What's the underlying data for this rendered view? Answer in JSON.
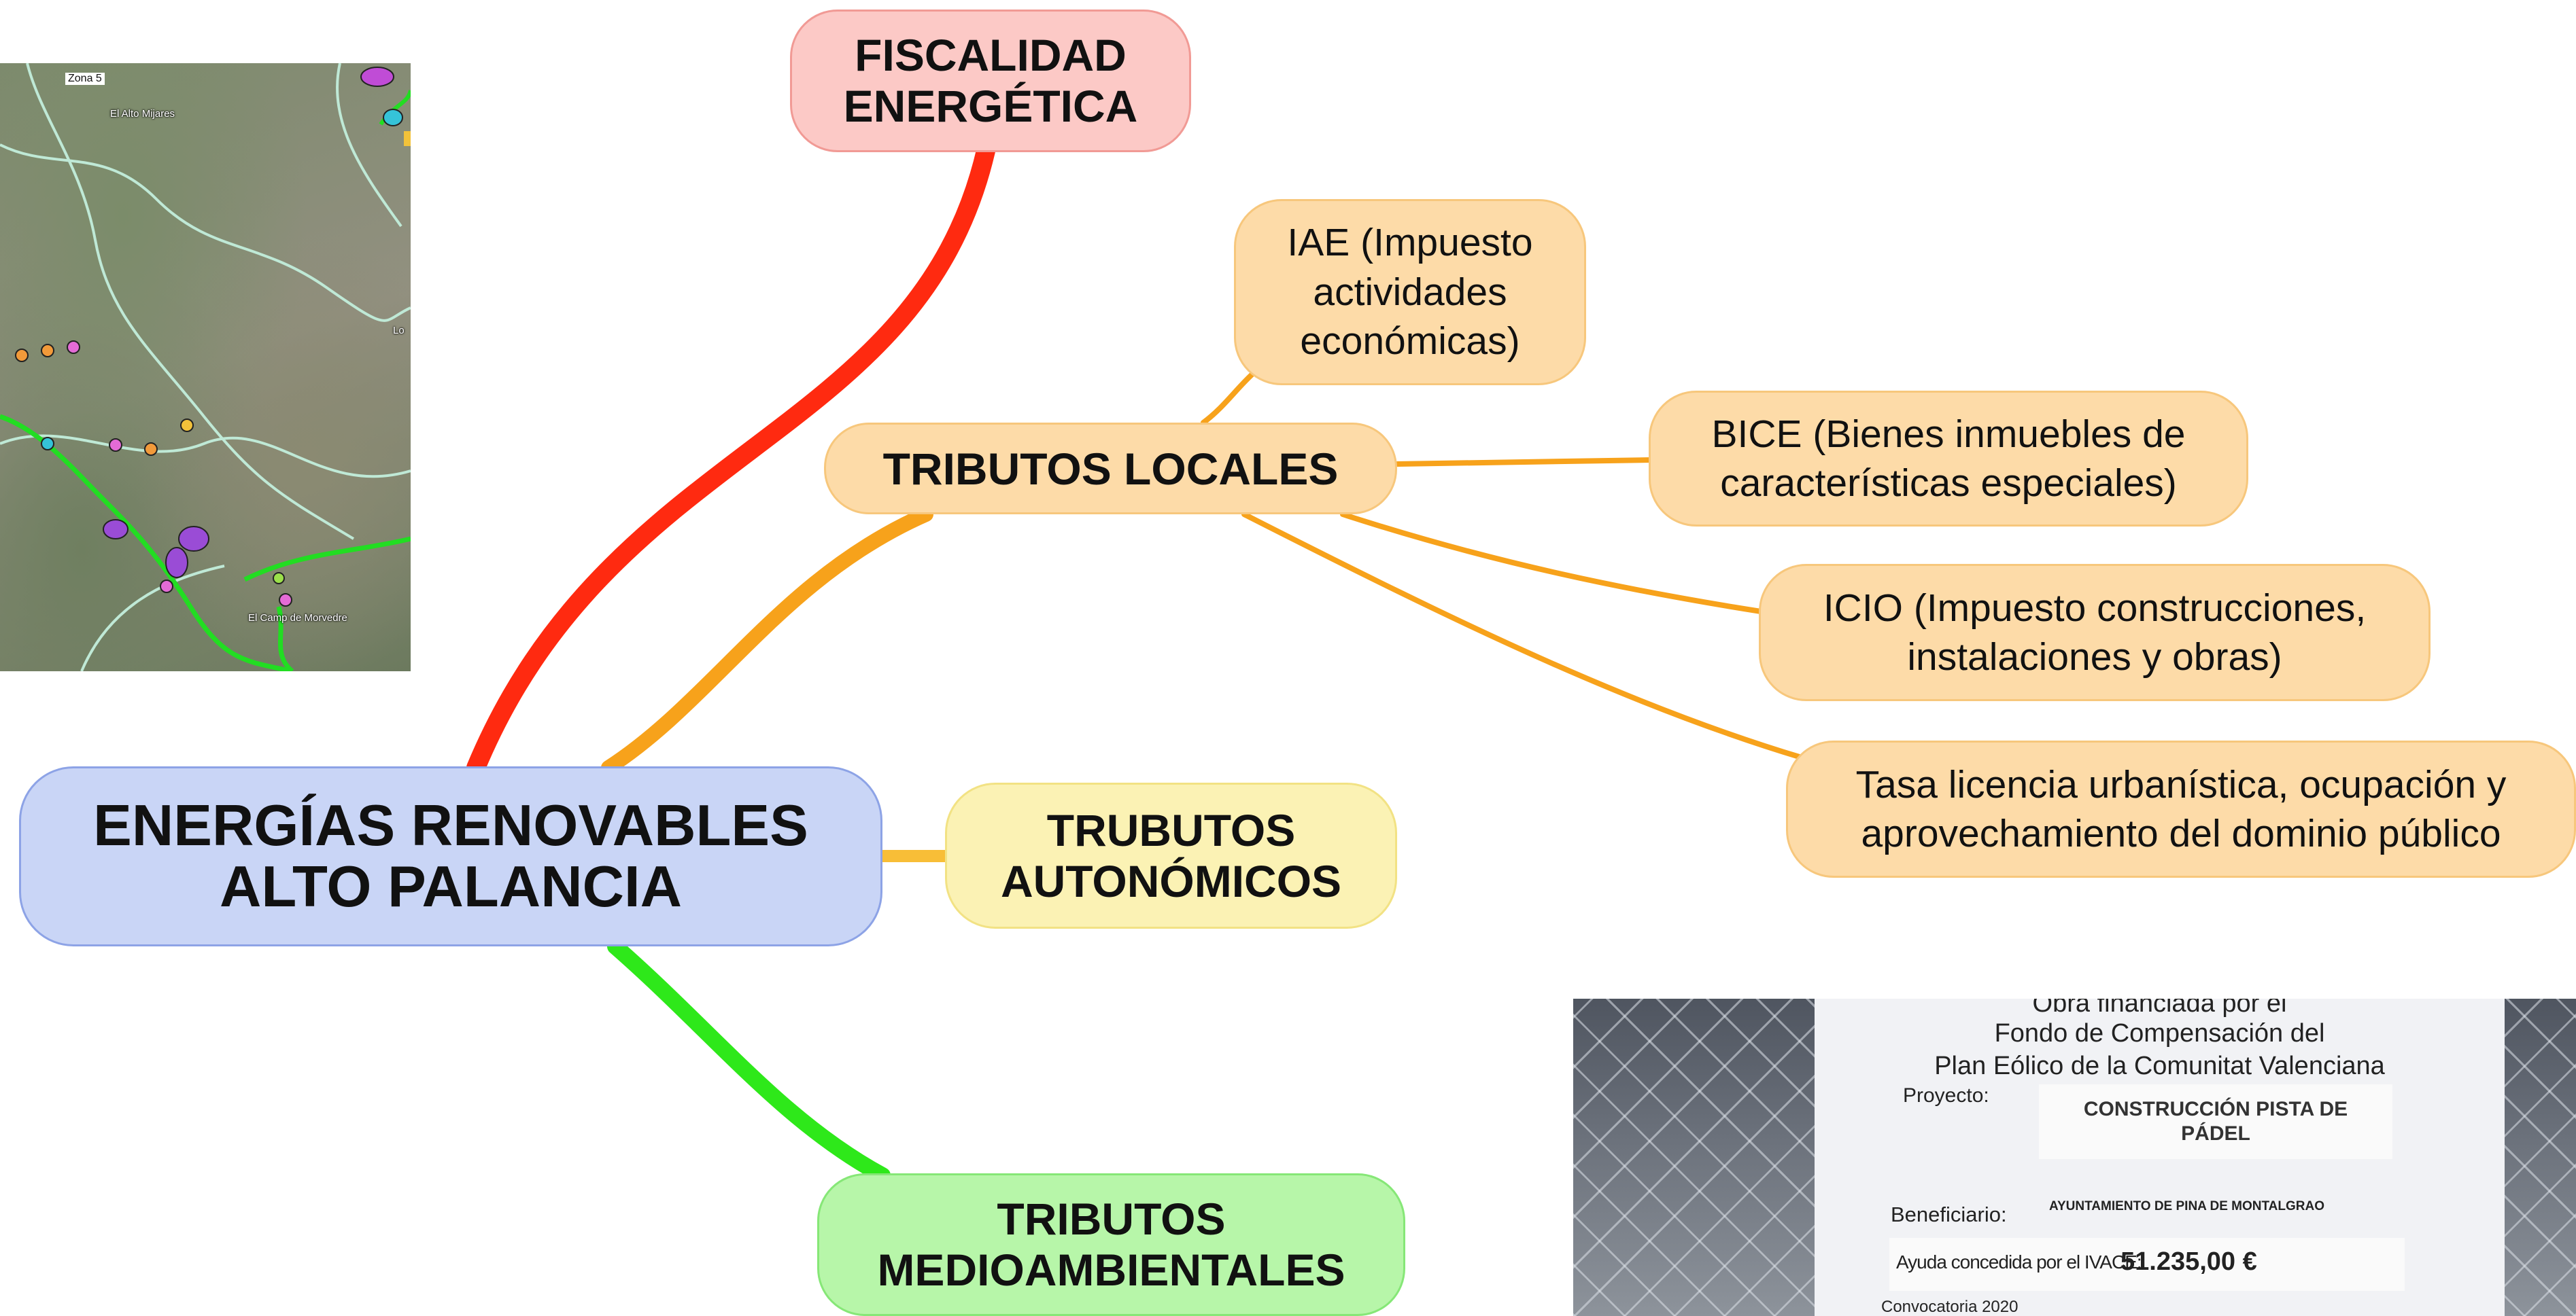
{
  "mindmap": {
    "central": "ENERGÍAS RENOVABLES\nALTO PALANCIA",
    "branches": {
      "fiscalidad": "FISCALIDAD\nENERGÉTICA",
      "locales": "TRIBUTOS LOCALES",
      "autonomicos": "TRUBUTOS\nAUTONÓMICOS",
      "medioambientales": "TRIBUTOS\nMEDIOAMBIENTALES"
    },
    "locales_children": {
      "iae": "IAE (Impuesto\nactividades\neconómicas)",
      "bice": "BICE (Bienes inmuebles de\ncaracterísticas especiales)",
      "icio": "ICIO (Impuesto construcciones,\ninstalaciones y obras)",
      "tasa": "Tasa licencia urbanística, ocupación y\naprovechamiento del dominio público"
    },
    "colors": {
      "fiscalidad": "#ff2a10",
      "locales": "#f7a21b",
      "autonomicos": "#f8be37",
      "medioambientales": "#2ee81a",
      "central_fill": "#c9d5f6"
    }
  },
  "map_image": {
    "labels": {
      "zona": "Zona 5",
      "alto_mijares": "El Alto Mijares",
      "lo": "Lo",
      "campo_morvedre": "El Camp de Morvedre"
    }
  },
  "photo": {
    "heading_cut": "Obra financiada por el",
    "heading": "Fondo de Compensación del\nPlan Eólico de la Comunitat Valenciana",
    "proyecto_label": "Proyecto:",
    "proyecto_value": "CONSTRUCCIÓN PISTA DE\nPÁDEL",
    "beneficiario_label": "Beneficiario:",
    "beneficiario_value": "AYUNTAMIENTO DE PINA DE MONTALGRAO",
    "ayuda_label": "Ayuda concedida por el IVACE:",
    "ayuda_value": "51.235,00 €",
    "convocatoria": "Convocatoria 2020"
  }
}
